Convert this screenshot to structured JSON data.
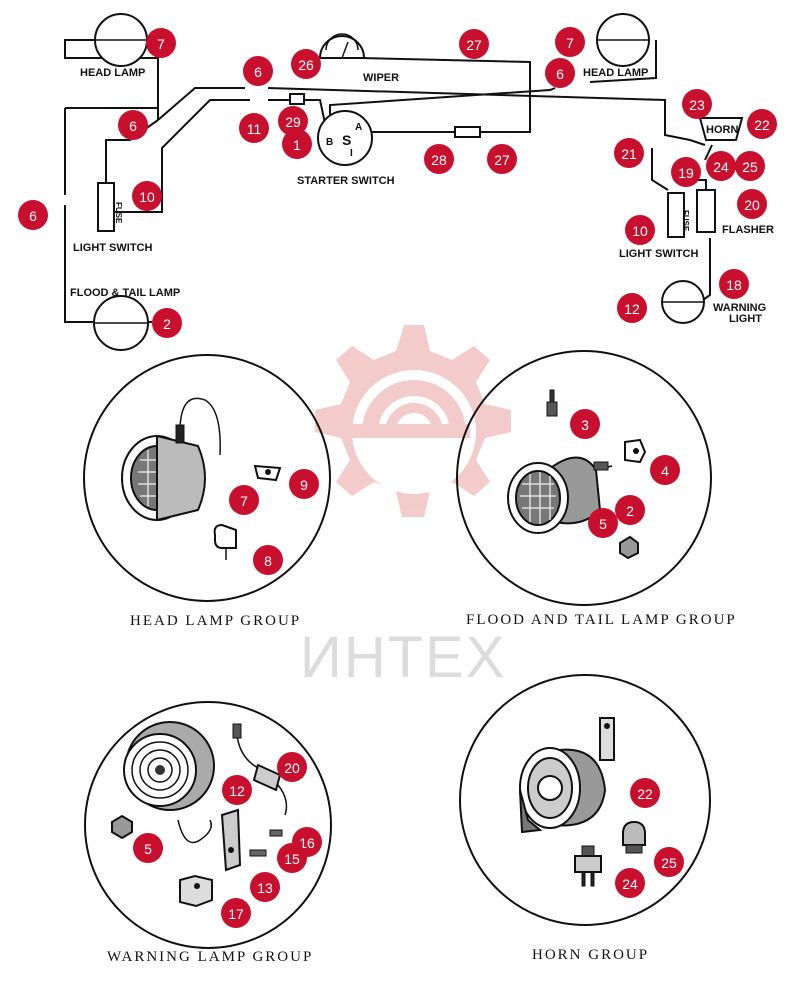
{
  "wiring": {
    "labels": {
      "head_lamp_left": "HEAD LAMP",
      "head_lamp_right": "HEAD LAMP",
      "wiper": "WIPER",
      "horn": "HORN",
      "starter_switch": "STARTER SWITCH",
      "light_switch_left": "LIGHT SWITCH",
      "light_switch_right": "LIGHT SWITCH",
      "flasher": "FLASHER",
      "flood_tail_lamp": "FLOOD & TAIL LAMP",
      "warning_light_1": "WARNING",
      "warning_light_2": "LIGHT",
      "fuse_left": "FUSE",
      "fuse_right": "FUSE",
      "switch_b": "B",
      "switch_a": "A",
      "switch_s": "S",
      "switch_i": "I"
    }
  },
  "groups": {
    "head_lamp": "HEAD LAMP GROUP",
    "flood_tail_lamp": "FLOOD AND TAIL LAMP GROUP",
    "warning_lamp": "WARNING LAMP GROUP",
    "horn": "HORN GROUP"
  },
  "watermark": "ИНТЕХ",
  "callouts": [
    {
      "n": "7"
    },
    {
      "n": "6"
    },
    {
      "n": "6"
    },
    {
      "n": "26"
    },
    {
      "n": "27"
    },
    {
      "n": "7"
    },
    {
      "n": "6"
    },
    {
      "n": "11"
    },
    {
      "n": "29"
    },
    {
      "n": "1"
    },
    {
      "n": "23"
    },
    {
      "n": "22"
    },
    {
      "n": "28"
    },
    {
      "n": "27"
    },
    {
      "n": "21"
    },
    {
      "n": "24"
    },
    {
      "n": "25"
    },
    {
      "n": "19"
    },
    {
      "n": "20"
    },
    {
      "n": "10"
    },
    {
      "n": "6"
    },
    {
      "n": "10"
    },
    {
      "n": "18"
    },
    {
      "n": "12"
    },
    {
      "n": "2"
    },
    {
      "n": "3"
    },
    {
      "n": "4"
    },
    {
      "n": "9"
    },
    {
      "n": "7"
    },
    {
      "n": "2"
    },
    {
      "n": "5"
    },
    {
      "n": "8"
    },
    {
      "n": "20"
    },
    {
      "n": "12"
    },
    {
      "n": "16"
    },
    {
      "n": "5"
    },
    {
      "n": "15"
    },
    {
      "n": "13"
    },
    {
      "n": "17"
    },
    {
      "n": "22"
    },
    {
      "n": "25"
    },
    {
      "n": "24"
    }
  ]
}
